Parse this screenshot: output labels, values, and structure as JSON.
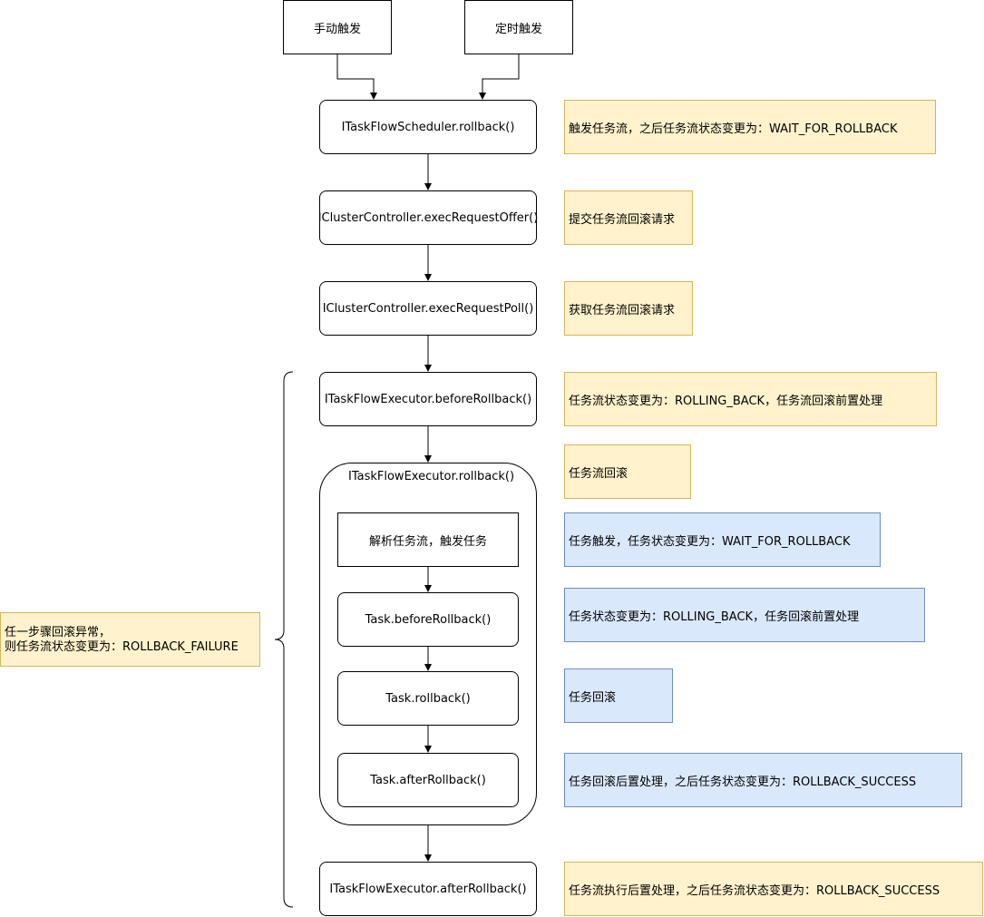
{
  "triggers": {
    "manual": "手动触发",
    "timed": "定时触发"
  },
  "steps": {
    "scheduler_rollback": "ITaskFlowScheduler.rollback()",
    "exec_request_offer": "IClusterController.execRequestOffer()",
    "exec_request_poll": "IClusterController.execRequestPoll()",
    "before_rollback": "ITaskFlowExecutor.beforeRollback()",
    "executor_rollback": "ITaskFlowExecutor.rollback()",
    "parse_flow": "解析任务流，触发任务",
    "task_before_rollback": "Task.beforeRollback()",
    "task_rollback": "Task.rollback()",
    "task_after_rollback": "Task.afterRollback()",
    "after_rollback": "ITaskFlowExecutor.afterRollback()"
  },
  "notes": {
    "n1": "触发任务流，之后任务流状态变更为：WAIT_FOR_ROLLBACK",
    "n2": "提交任务流回滚请求",
    "n3": "获取任务流回滚请求",
    "n4": "任务流状态变更为：ROLLING_BACK，任务流回滚前置处理",
    "n5": "任务流回滚",
    "n6": "任务触发，任务状态变更为：WAIT_FOR_ROLLBACK",
    "n7": "任务状态变更为：ROLLING_BACK，任务回滚前置处理",
    "n8": "任务回滚",
    "n9": "任务回滚后置处理，之后任务状态变更为：ROLLBACK_SUCCESS",
    "n10": "任务流执行后置处理，之后任务流状态变更为：ROLLBACK_SUCCESS"
  },
  "failure_note": {
    "line1": "任一步骤回滚异常，",
    "line2": "则任务流状态变更为：ROLLBACK_FAILURE"
  },
  "colors": {
    "yellow_fill": "#fff2cc",
    "yellow_border": "#d6b656",
    "blue_fill": "#dae8fc",
    "blue_border": "#6c8ebf"
  }
}
